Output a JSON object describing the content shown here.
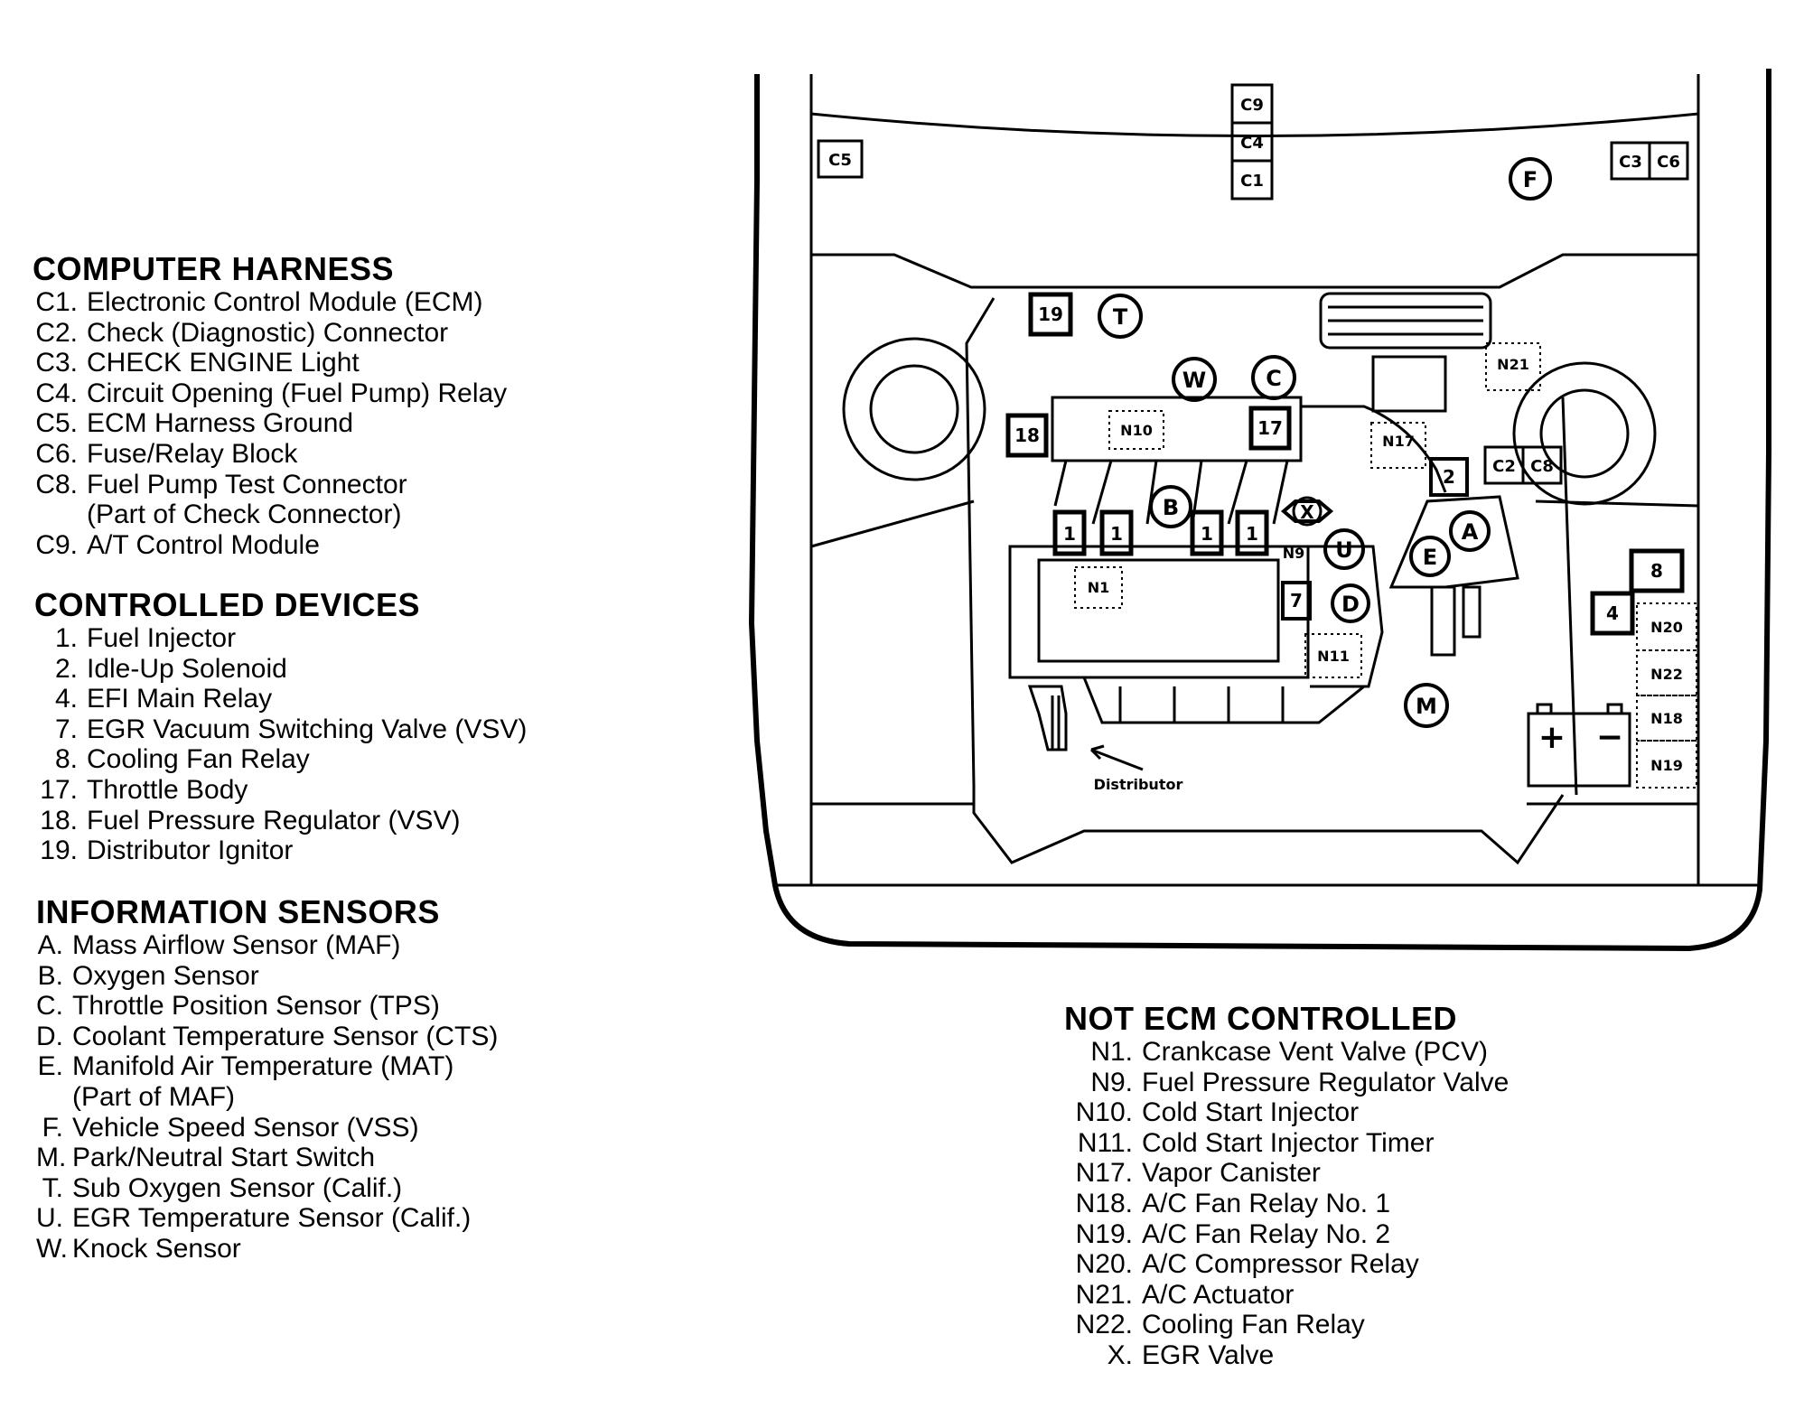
{
  "sections": {
    "harness": {
      "heading": "COMPUTER HARNESS",
      "items": [
        {
          "code": "C1.",
          "text": "Electronic Control Module (ECM)"
        },
        {
          "code": "C2.",
          "text": "Check (Diagnostic) Connector"
        },
        {
          "code": "C3.",
          "text": "CHECK ENGINE Light"
        },
        {
          "code": "C4.",
          "text": "Circuit Opening (Fuel Pump) Relay"
        },
        {
          "code": "C5.",
          "text": "ECM Harness Ground"
        },
        {
          "code": "C6.",
          "text": "Fuse/Relay Block"
        },
        {
          "code": "C8.",
          "text": "Fuel Pump Test Connector"
        },
        {
          "code": "",
          "text": "(Part of Check Connector)"
        },
        {
          "code": "C9.",
          "text": "A/T Control Module"
        }
      ]
    },
    "controlled": {
      "heading": "CONTROLLED DEVICES",
      "items": [
        {
          "code": "1.",
          "text": "Fuel Injector"
        },
        {
          "code": "2.",
          "text": "Idle-Up Solenoid"
        },
        {
          "code": "4.",
          "text": "EFI Main Relay"
        },
        {
          "code": "7.",
          "text": "EGR Vacuum Switching Valve (VSV)"
        },
        {
          "code": "8.",
          "text": "Cooling Fan Relay"
        },
        {
          "code": "17.",
          "text": "Throttle Body"
        },
        {
          "code": "18.",
          "text": "Fuel Pressure Regulator (VSV)"
        },
        {
          "code": "19.",
          "text": "Distributor Ignitor"
        }
      ]
    },
    "sensors": {
      "heading": "INFORMATION SENSORS",
      "items": [
        {
          "code": "A.",
          "text": "Mass Airflow Sensor (MAF)"
        },
        {
          "code": "B.",
          "text": "Oxygen Sensor"
        },
        {
          "code": "C.",
          "text": "Throttle Position Sensor (TPS)"
        },
        {
          "code": "D.",
          "text": "Coolant Temperature Sensor (CTS)"
        },
        {
          "code": "E.",
          "text": "Manifold Air Temperature (MAT)"
        },
        {
          "code": "",
          "text": "(Part of MAF)"
        },
        {
          "code": "F.",
          "text": "Vehicle Speed Sensor (VSS)"
        },
        {
          "code": "M.",
          "text": "Park/Neutral Start Switch"
        },
        {
          "code": "T.",
          "text": "Sub Oxygen Sensor (Calif.)"
        },
        {
          "code": "U.",
          "text": "EGR Temperature Sensor (Calif.)"
        },
        {
          "code": "W.",
          "text": "Knock Sensor"
        }
      ]
    },
    "notecm": {
      "heading": "NOT ECM CONTROLLED",
      "items": [
        {
          "code": "N1.",
          "text": "Crankcase Vent Valve (PCV)"
        },
        {
          "code": "N9.",
          "text": "Fuel Pressure Regulator Valve"
        },
        {
          "code": "N10.",
          "text": "Cold Start Injector"
        },
        {
          "code": "N11.",
          "text": "Cold Start Injector Timer"
        },
        {
          "code": "N17.",
          "text": "Vapor Canister"
        },
        {
          "code": "N18.",
          "text": "A/C Fan Relay No. 1"
        },
        {
          "code": "N19.",
          "text": "A/C Fan Relay No. 2"
        },
        {
          "code": "N20.",
          "text": "A/C Compressor Relay"
        },
        {
          "code": "N21.",
          "text": "A/C Actuator"
        },
        {
          "code": "N22.",
          "text": "Cooling Fan Relay"
        },
        {
          "code": "X.",
          "text": "EGR Valve"
        }
      ]
    }
  },
  "diagram": {
    "labels": {
      "c9": "C9",
      "c4": "C4",
      "c1": "C1",
      "c5": "C5",
      "c3": "C3",
      "c6": "C6",
      "c2": "C2",
      "c8": "C8",
      "f": "F",
      "t": "T",
      "w": "W",
      "c": "C",
      "b": "B",
      "x": "X",
      "u": "U",
      "d": "D",
      "a": "A",
      "e": "E",
      "m": "M",
      "n19box": "19",
      "n18box": "18",
      "n17box": "17",
      "n2box": "2",
      "n7box": "7",
      "n8box": "8",
      "n4box": "4",
      "inj1": "1",
      "inj2": "1",
      "inj3": "1",
      "inj4": "1",
      "N10": "N10",
      "N1": "N1",
      "N9": "N9",
      "N11": "N11",
      "N17": "N17",
      "N21": "N21",
      "N20": "N20",
      "N22": "N22",
      "N18": "N18",
      "N19": "N19",
      "distributor": "Distributor",
      "plus": "+",
      "minus": "−"
    }
  }
}
